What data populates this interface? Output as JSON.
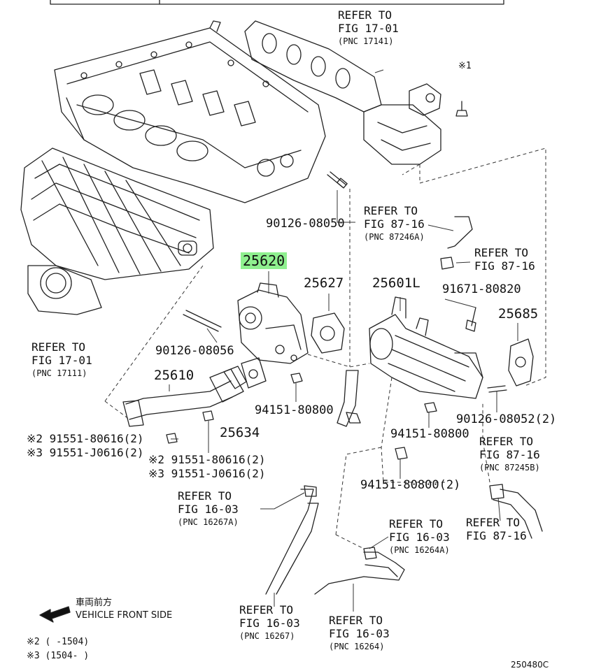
{
  "labels": {
    "ref_17_01_top": [
      "REFER TO",
      "FIG 17-01",
      "(PNC 17141)"
    ],
    "note_1": "※1",
    "part_90126_08050": "90126-08050",
    "ref_87_16_a": [
      "REFER TO",
      "FIG 87-16",
      "(PNC 87246A)"
    ],
    "ref_87_16_b": [
      "REFER TO",
      "FIG 87-16"
    ],
    "part_25620": "25620",
    "part_25627": "25627",
    "part_25601L": "25601L",
    "part_91671_80820": "91671-80820",
    "part_25685": "25685",
    "ref_17_01_left": [
      "REFER TO",
      "FIG 17-01",
      "(PNC 17111)"
    ],
    "part_90126_08056": "90126-08056",
    "part_25610": "25610",
    "part_94151_80800_a": "94151-80800",
    "part_90126_08052": "90126-08052(2)",
    "part_91551_80616_left": "※2 91551-80616(2)",
    "part_91551_J0616_left": "※3 91551-J0616(2)",
    "part_25634": "25634",
    "part_94151_80800_b": "94151-80800",
    "ref_87_16_c": [
      "REFER TO",
      "FIG 87-16",
      "(PNC 87245B)"
    ],
    "part_91551_80616_mid": "※2 91551-80616(2)",
    "part_91551_J0616_mid": "※3 91551-J0616(2)",
    "part_94151_80800_c": "94151-80800(2)",
    "ref_16_03_a": [
      "REFER TO",
      "FIG 16-03",
      "(PNC 16267A)"
    ],
    "ref_16_03_b": [
      "REFER TO",
      "FIG 16-03",
      "(PNC 16264A)"
    ],
    "ref_87_16_d": [
      "REFER TO",
      "FIG 87-16"
    ],
    "ref_16_03_c": [
      "REFER TO",
      "FIG 16-03",
      "(PNC 16267)"
    ],
    "ref_16_03_d": [
      "REFER TO",
      "FIG 16-03",
      "(PNC 16264)"
    ],
    "front_jp": "車両前方",
    "front_en": "VEHICLE FRONT SIDE",
    "note_2": "※2 (    -1504)",
    "note_3": "※3 (1504-    )",
    "diagram_code": "250480C"
  }
}
